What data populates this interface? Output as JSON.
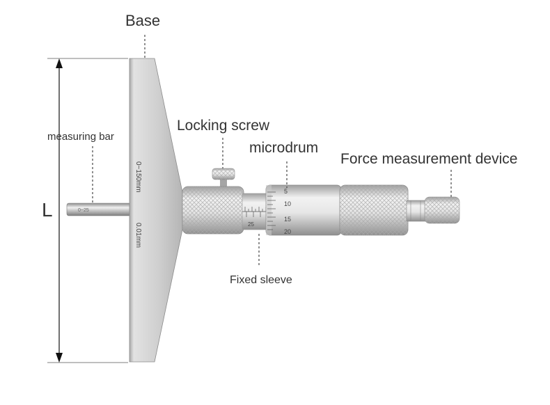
{
  "labels": {
    "base": "Base",
    "locking_screw": "Locking screw",
    "microdrum": "microdrum",
    "force_device": "Force measurement device",
    "measuring_bar": "measuring bar",
    "fixed_sleeve": "Fixed sleeve",
    "length": "L"
  },
  "engravings": {
    "range": "0~150mm",
    "resolution": "0.01mm",
    "bar_marking": "0~25",
    "sleeve_number": "25",
    "drum_numbers": [
      "5",
      "10",
      "15",
      "20"
    ]
  },
  "colors": {
    "text": "#333333",
    "steel_light": "#eeeeee",
    "steel_dark": "#9a9a9a",
    "arrow": "#111111"
  }
}
